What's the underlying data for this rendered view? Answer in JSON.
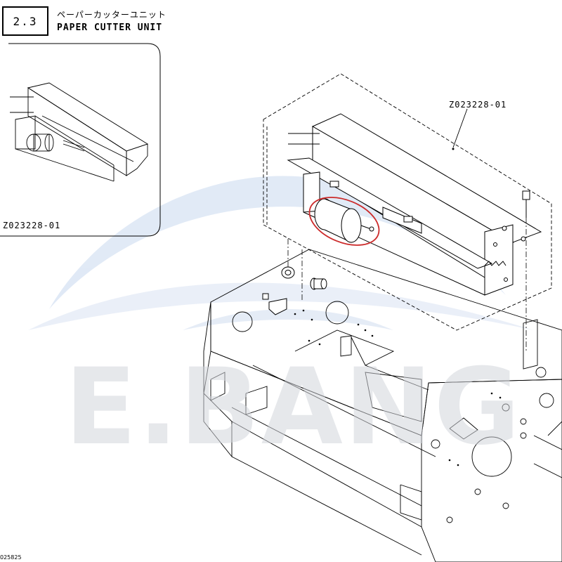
{
  "section": {
    "number": "2.3",
    "title_jp": "ペーパーカッターユニット",
    "title_en": "PAPER CUTTER UNIT"
  },
  "callouts": {
    "main_part": "Z023228-01",
    "inset_part": "Z023228-01"
  },
  "watermark": "E.BANG",
  "doc_code": "025825",
  "colors": {
    "highlight": "#cc2b2b",
    "watermark": "#d3d6dc",
    "line": "#000000"
  }
}
